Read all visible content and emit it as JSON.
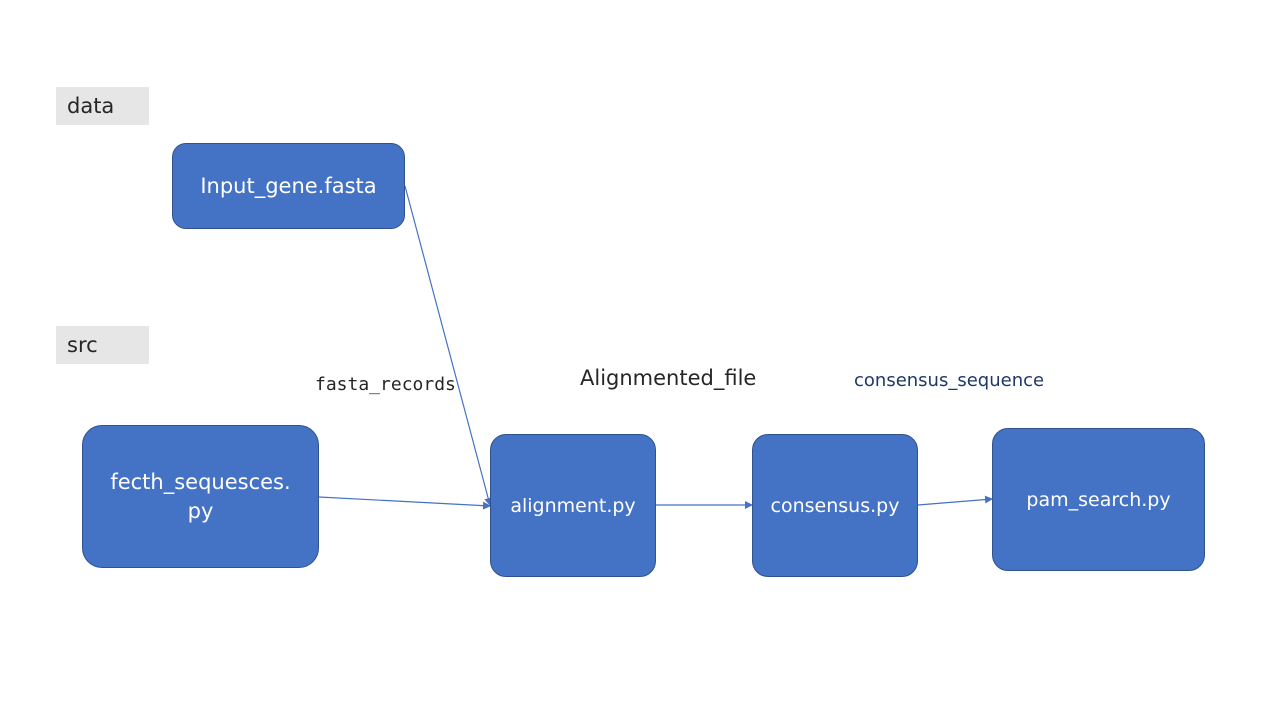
{
  "sections": {
    "data_label": "data",
    "src_label": "src"
  },
  "nodes": {
    "input_gene": "Input_gene.fasta",
    "fetch_line1": "fecth_sequesces.",
    "fetch_line2": "py",
    "alignment": "alignment.py",
    "consensus": "consensus.py",
    "pam_search": "pam_search.py"
  },
  "edge_labels": {
    "fasta_records": "fasta_records",
    "aligned_file": "Alignmented_file",
    "consensus_sequence": "consensus_sequence"
  },
  "colors": {
    "node_fill": "#4472c4",
    "node_border": "#2f528f",
    "edge": "#4472c4",
    "section_bg": "#e6e6e6"
  }
}
